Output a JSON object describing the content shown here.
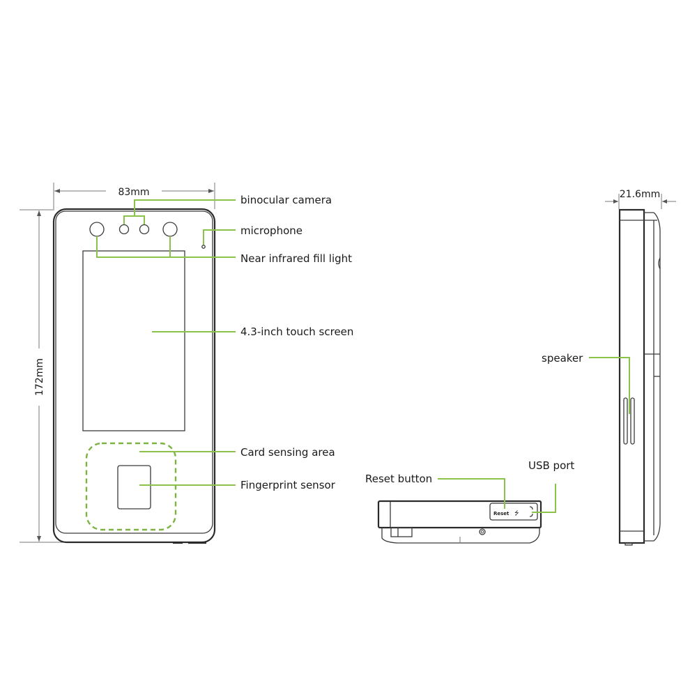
{
  "colors": {
    "leader_line": "#8bc34a",
    "card_area_dash": "#7cb342",
    "outline": "#2a2a2a",
    "text": "#1a1a1a",
    "background": "#ffffff"
  },
  "dimensions": {
    "front_width": "83mm",
    "front_height": "172mm",
    "side_depth": "21.6mm"
  },
  "front_view": {
    "labels": {
      "binocular_camera": "binocular camera",
      "microphone": "microphone",
      "near_infrared_fill_light": "Near infrared fill light",
      "touch_screen": "4.3-inch touch screen",
      "card_sensing_area": "Card sensing area",
      "fingerprint_sensor": "Fingerprint sensor"
    }
  },
  "bottom_view": {
    "labels": {
      "reset_button": "Reset button",
      "usb_port": "USB port"
    },
    "engraved_text": "Reset"
  },
  "side_view": {
    "labels": {
      "speaker": "speaker"
    }
  }
}
